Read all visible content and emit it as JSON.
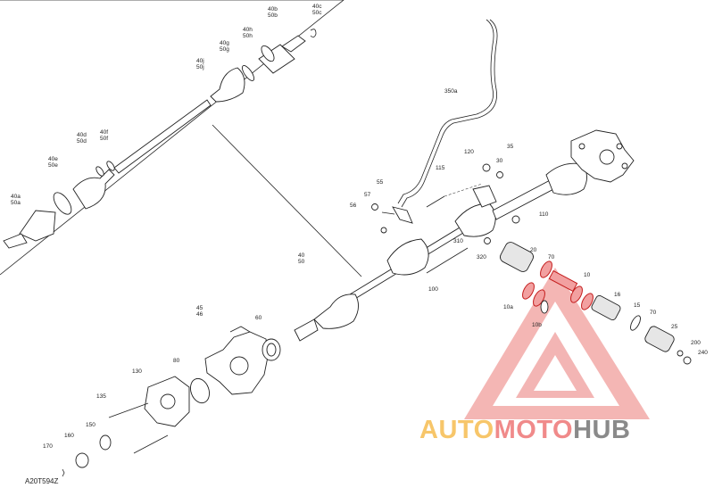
{
  "diagram": {
    "drawing_code": "A20T594Z",
    "watermark": {
      "auto": "AUTO",
      "moto": "MOTO",
      "hub": "HUB"
    },
    "colors": {
      "ink": "#222222",
      "wm_red": "#e8625f",
      "wm_yellow": "#f7c66a",
      "wm_gray": "#8a8a8a"
    },
    "callouts": [
      {
        "id": "c40c",
        "lines": [
          "40c",
          "50c"
        ]
      },
      {
        "id": "c40b",
        "lines": [
          "40b",
          "50b"
        ]
      },
      {
        "id": "c40h",
        "lines": [
          "40h",
          "50h"
        ]
      },
      {
        "id": "c40g",
        "lines": [
          "40g",
          "50g"
        ]
      },
      {
        "id": "c40j",
        "lines": [
          "40j",
          "50j"
        ]
      },
      {
        "id": "c40d",
        "lines": [
          "40d",
          "50d"
        ]
      },
      {
        "id": "c40f",
        "lines": [
          "40f",
          "50f"
        ]
      },
      {
        "id": "c40e",
        "lines": [
          "40e",
          "50e"
        ]
      },
      {
        "id": "c40a",
        "lines": [
          "40a",
          "50a"
        ]
      },
      {
        "id": "c350a",
        "lines": [
          "350a"
        ]
      },
      {
        "id": "c120",
        "lines": [
          "120"
        ]
      },
      {
        "id": "c35",
        "lines": [
          "35"
        ]
      },
      {
        "id": "c30",
        "lines": [
          "30"
        ]
      },
      {
        "id": "c115",
        "lines": [
          "115"
        ]
      },
      {
        "id": "c55",
        "lines": [
          "55"
        ]
      },
      {
        "id": "c57",
        "lines": [
          "57"
        ]
      },
      {
        "id": "c56",
        "lines": [
          "56"
        ]
      },
      {
        "id": "c110",
        "lines": [
          "110"
        ]
      },
      {
        "id": "c310",
        "lines": [
          "310"
        ]
      },
      {
        "id": "c320",
        "lines": [
          "320"
        ]
      },
      {
        "id": "c20",
        "lines": [
          "20"
        ]
      },
      {
        "id": "c70a",
        "lines": [
          "70"
        ]
      },
      {
        "id": "c10",
        "lines": [
          "10"
        ]
      },
      {
        "id": "c16",
        "lines": [
          "16"
        ]
      },
      {
        "id": "c15",
        "lines": [
          "15"
        ]
      },
      {
        "id": "c70b",
        "lines": [
          "70"
        ]
      },
      {
        "id": "c10a",
        "lines": [
          "10a"
        ]
      },
      {
        "id": "c10b",
        "lines": [
          "10b"
        ]
      },
      {
        "id": "c25",
        "lines": [
          "25"
        ]
      },
      {
        "id": "c200",
        "lines": [
          "200"
        ]
      },
      {
        "id": "c240",
        "lines": [
          "240"
        ]
      },
      {
        "id": "c100",
        "lines": [
          "100"
        ]
      },
      {
        "id": "c40",
        "lines": [
          "40",
          "50"
        ]
      },
      {
        "id": "c45",
        "lines": [
          "45",
          "46"
        ]
      },
      {
        "id": "c60",
        "lines": [
          "60"
        ]
      },
      {
        "id": "c80",
        "lines": [
          "80"
        ]
      },
      {
        "id": "c130",
        "lines": [
          "130"
        ]
      },
      {
        "id": "c135",
        "lines": [
          "135"
        ]
      },
      {
        "id": "c150",
        "lines": [
          "150"
        ]
      },
      {
        "id": "c160",
        "lines": [
          "160"
        ]
      },
      {
        "id": "c170",
        "lines": [
          "170"
        ]
      }
    ]
  }
}
